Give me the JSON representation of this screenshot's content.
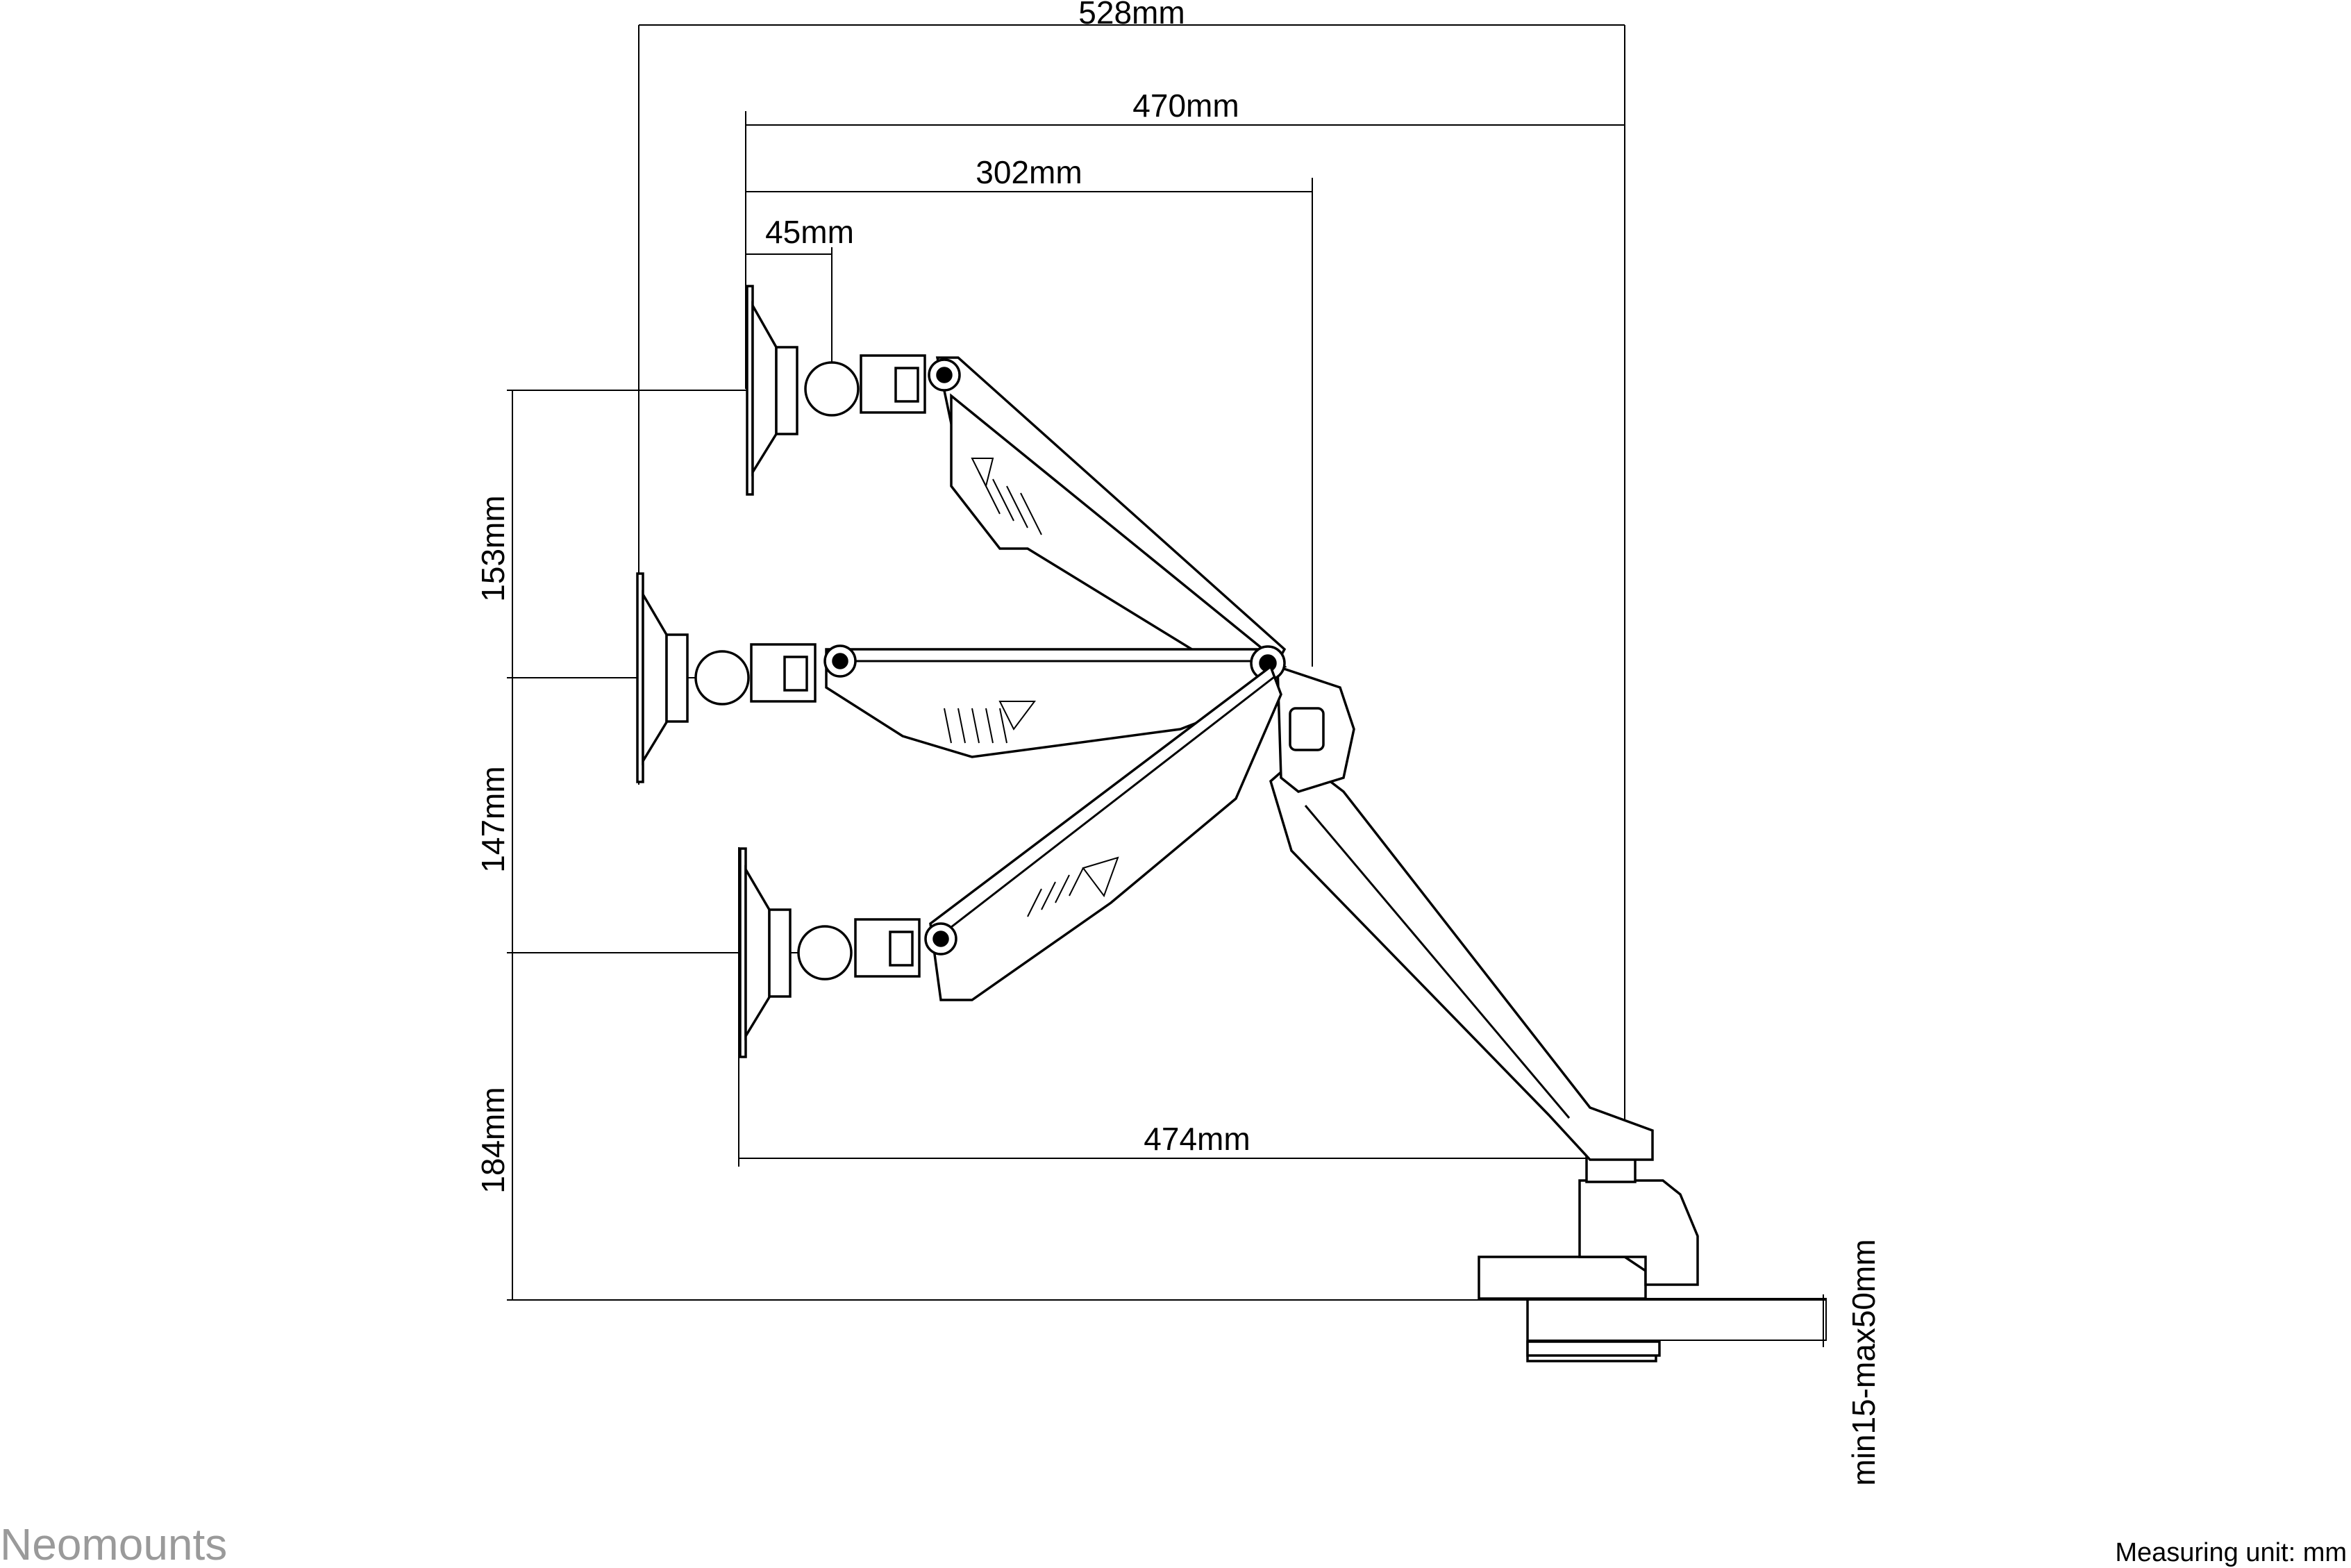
{
  "dimensions": {
    "width_528": "528mm",
    "width_470": "470mm",
    "width_302": "302mm",
    "width_45": "45mm",
    "width_474": "474mm",
    "height_153": "153mm",
    "height_147": "147mm",
    "height_184": "184mm",
    "clamp_range": "min15-max50mm"
  },
  "brand": "Neomounts",
  "footer": {
    "measuring_unit": "Measuring unit: mm"
  }
}
